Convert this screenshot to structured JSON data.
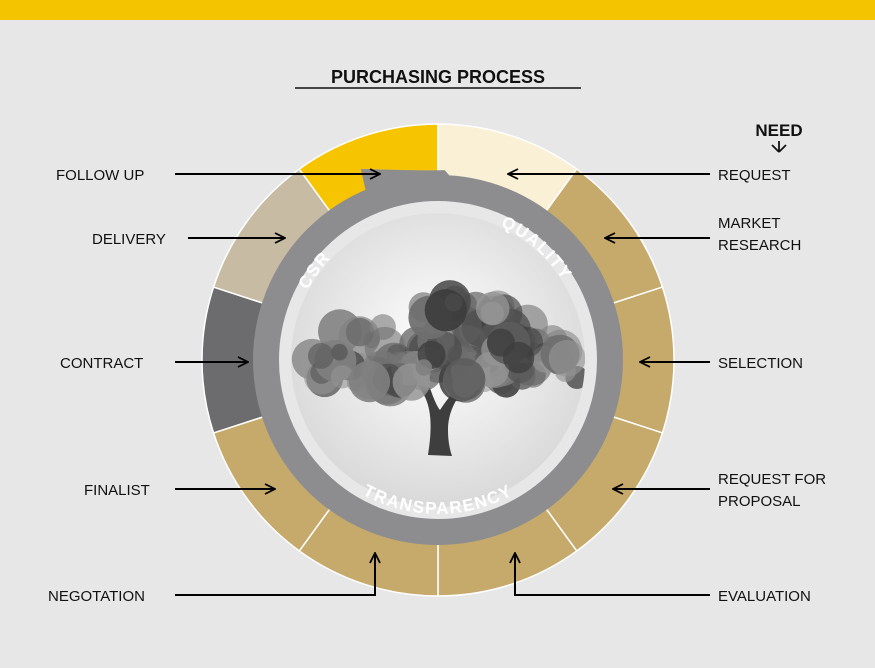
{
  "title": "PURCHASING PROCESS",
  "need_label": "NEED",
  "ring": {
    "quality": "QUALITY",
    "csr": "CSR",
    "transparency": "TRANSPARENCY"
  },
  "steps": [
    {
      "id": "request",
      "lines": [
        "REQUEST"
      ]
    },
    {
      "id": "market-research",
      "lines": [
        "MARKET",
        "RESEARCH"
      ]
    },
    {
      "id": "selection",
      "lines": [
        "SELECTION"
      ]
    },
    {
      "id": "request-for-proposal",
      "lines": [
        "REQUEST FOR",
        "PROPOSAL"
      ]
    },
    {
      "id": "evaluation",
      "lines": [
        "EVALUATION"
      ]
    },
    {
      "id": "negotation",
      "lines": [
        "NEGOTATION"
      ]
    },
    {
      "id": "finalist",
      "lines": [
        "FINALIST"
      ]
    },
    {
      "id": "contract",
      "lines": [
        "CONTRACT"
      ]
    },
    {
      "id": "delivery",
      "lines": [
        "DELIVERY"
      ]
    },
    {
      "id": "follow-up",
      "lines": [
        "FOLLOW UP"
      ]
    }
  ],
  "colors": {
    "top_bar": "#f5c400",
    "background": "#e7e7e7",
    "request": "#faf0d6",
    "gold": "#c6aa6c",
    "contract": "#6c6c6e",
    "delivery": "#c7bba4",
    "follow_up": "#f6c400",
    "ring": "#8d8d8f",
    "tree": "#5a5a5a"
  }
}
